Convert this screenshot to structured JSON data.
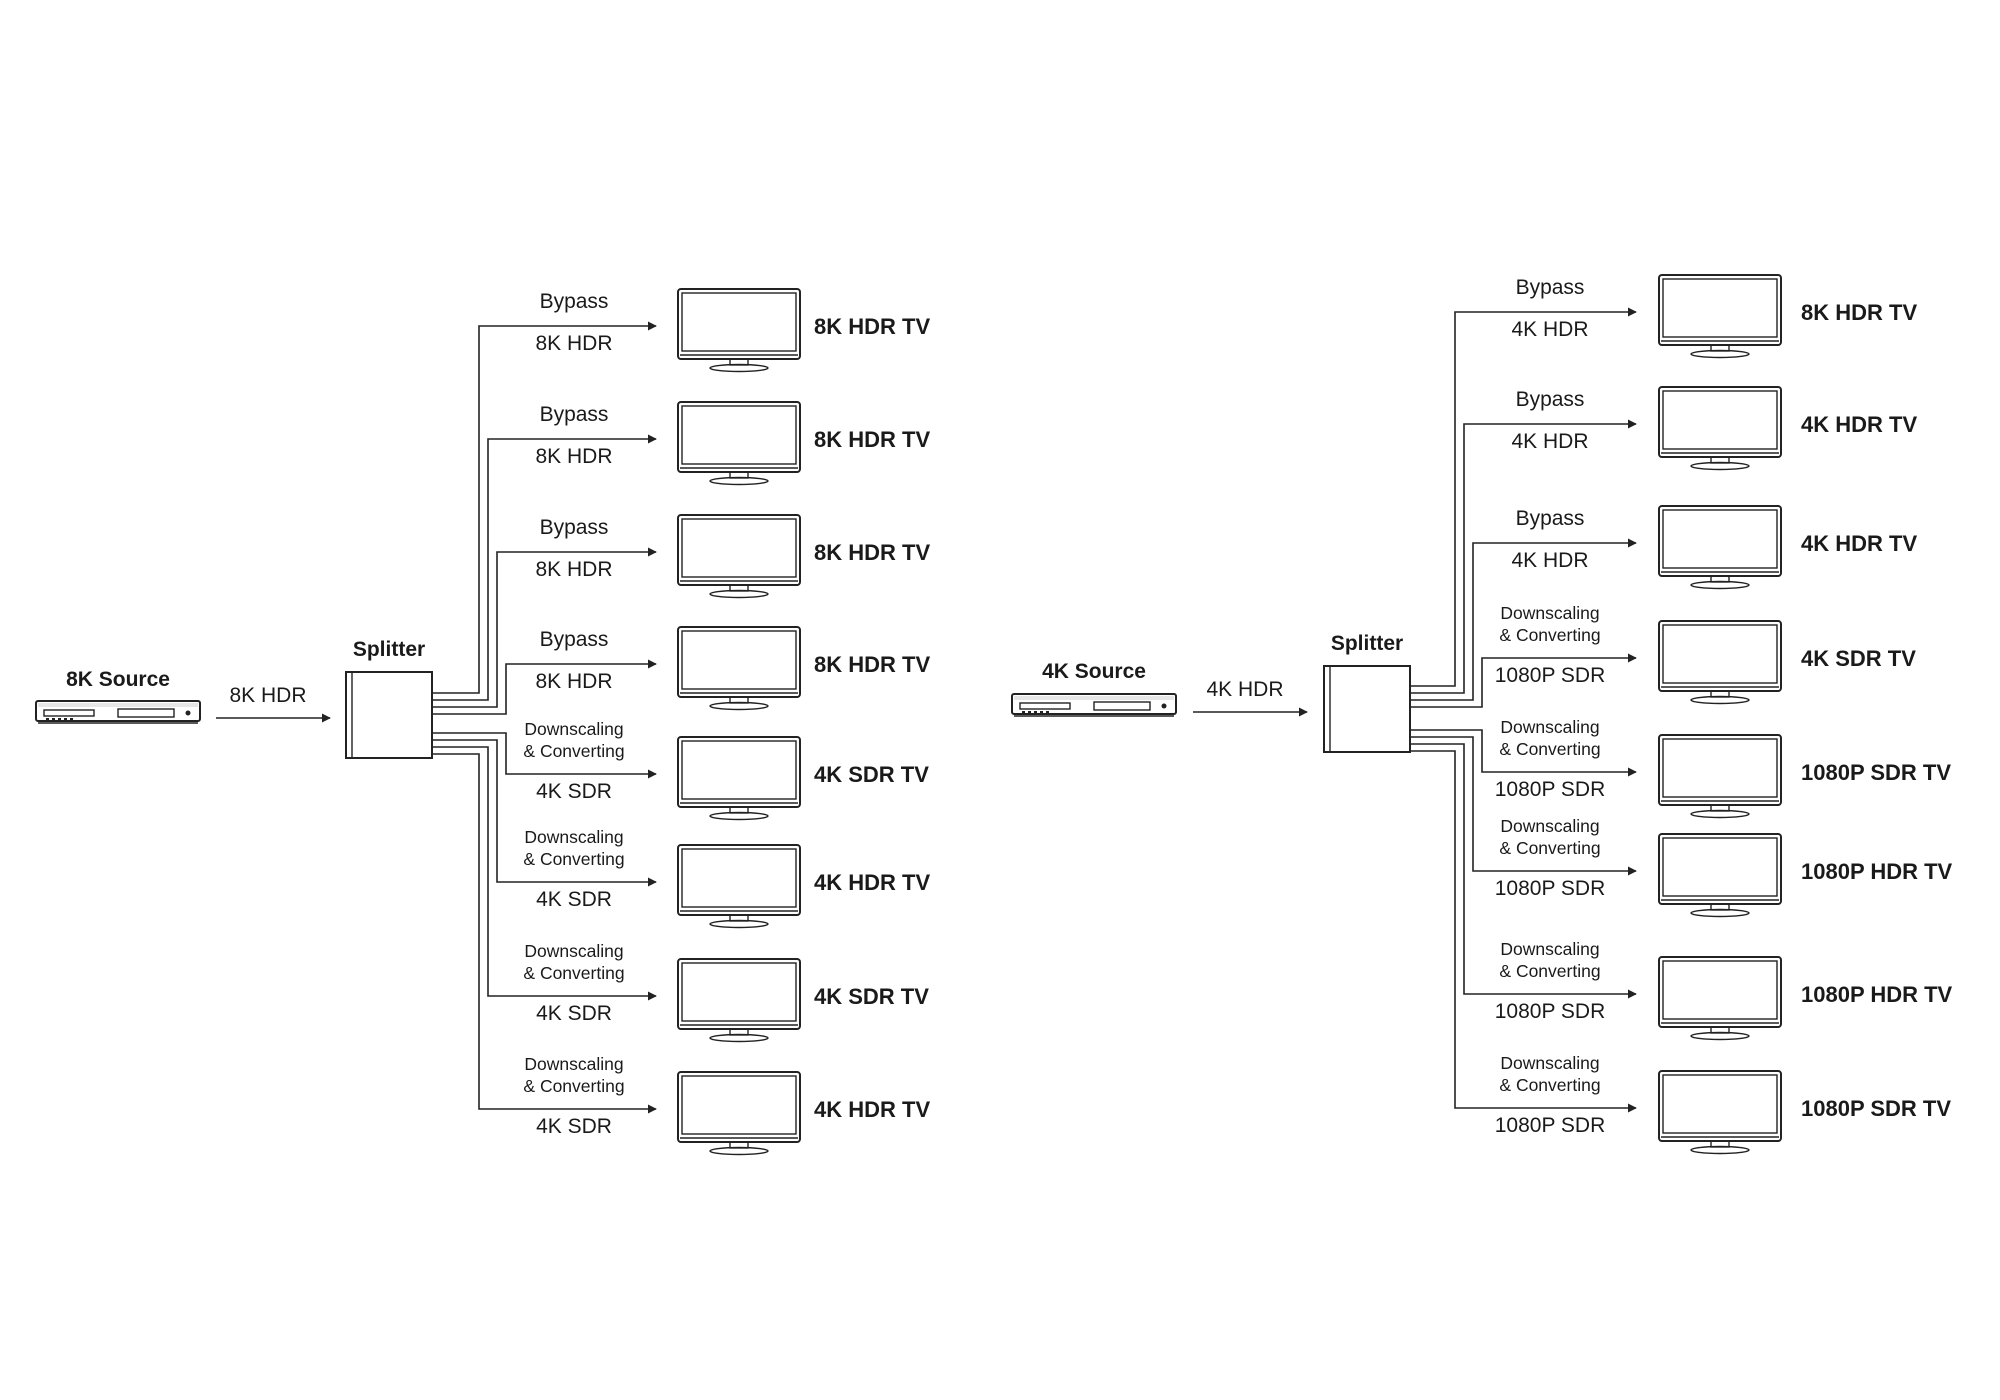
{
  "diagrams": [
    {
      "source": {
        "label": "8K Source",
        "signal": "8K HDR"
      },
      "splitter": {
        "label": "Splitter"
      },
      "outputs": [
        {
          "mode": [
            "Bypass"
          ],
          "signal": "8K HDR",
          "tv": "8K HDR TV"
        },
        {
          "mode": [
            "Bypass"
          ],
          "signal": "8K HDR",
          "tv": "8K HDR TV"
        },
        {
          "mode": [
            "Bypass"
          ],
          "signal": "8K HDR",
          "tv": "8K HDR TV"
        },
        {
          "mode": [
            "Bypass"
          ],
          "signal": "8K HDR",
          "tv": "8K HDR TV"
        },
        {
          "mode": [
            "Downscaling",
            "& Converting"
          ],
          "signal": "4K SDR",
          "tv": "4K SDR TV"
        },
        {
          "mode": [
            "Downscaling",
            "& Converting"
          ],
          "signal": "4K SDR",
          "tv": "4K HDR TV"
        },
        {
          "mode": [
            "Downscaling",
            "& Converting"
          ],
          "signal": "4K SDR",
          "tv": "4K SDR TV"
        },
        {
          "mode": [
            "Downscaling",
            "& Converting"
          ],
          "signal": "4K SDR",
          "tv": "4K HDR TV"
        }
      ]
    },
    {
      "source": {
        "label": "4K Source",
        "signal": "4K HDR"
      },
      "splitter": {
        "label": "Splitter"
      },
      "outputs": [
        {
          "mode": [
            "Bypass"
          ],
          "signal": "4K HDR",
          "tv": "8K HDR TV"
        },
        {
          "mode": [
            "Bypass"
          ],
          "signal": "4K HDR",
          "tv": "4K HDR TV"
        },
        {
          "mode": [
            "Bypass"
          ],
          "signal": "4K HDR",
          "tv": "4K HDR TV"
        },
        {
          "mode": [
            "Downscaling",
            "& Converting"
          ],
          "signal": "1080P SDR",
          "tv": "4K SDR TV"
        },
        {
          "mode": [
            "Downscaling",
            "& Converting"
          ],
          "signal": "1080P SDR",
          "tv": "1080P SDR TV"
        },
        {
          "mode": [
            "Downscaling",
            "& Converting"
          ],
          "signal": "1080P SDR",
          "tv": "1080P HDR TV"
        },
        {
          "mode": [
            "Downscaling",
            "& Converting"
          ],
          "signal": "1080P SDR",
          "tv": "1080P HDR TV"
        },
        {
          "mode": [
            "Downscaling",
            "& Converting"
          ],
          "signal": "1080P SDR",
          "tv": "1080P SDR TV"
        }
      ]
    }
  ],
  "icons": {
    "source_device": "media-player-icon",
    "tv": "tv-monitor-icon",
    "splitter": "splitter-box-icon"
  },
  "colors": {
    "line": "#222222",
    "text": "#1a1a1a",
    "background": "#ffffff"
  }
}
